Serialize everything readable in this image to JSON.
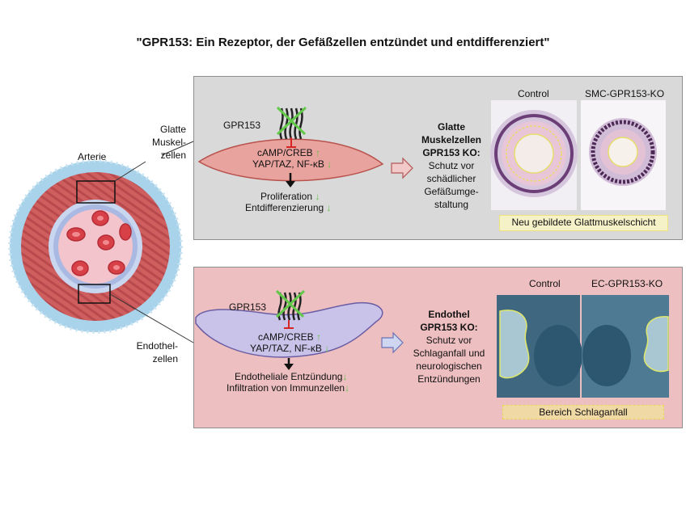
{
  "title": "\"GPR153: Ein Rezeptor, der Gefäßzellen entzündet und entdifferenziert\"",
  "artery": {
    "label": "Arterie",
    "smc_label": [
      "Glatte",
      "Muskel-",
      "zellen"
    ],
    "endo_label": [
      "Endothel-",
      "zellen"
    ]
  },
  "smc_panel": {
    "receptor": "GPR153",
    "signal_1": "cAMP/CREB",
    "signal_2": "YAP/TAZ, NF-κB",
    "outcome_1": "Proliferation",
    "outcome_2": "Entdifferenzierung",
    "ko_title": [
      "Glatte",
      "Muskelzellen",
      "GPR153 KO:"
    ],
    "ko_text": [
      "Schutz vor",
      "schädlicher",
      "Gefäßumge-",
      "staltung"
    ],
    "img_label_left": "Control",
    "img_label_right": "SMC-GPR153-KO",
    "legend": "Neu gebildete Glattmuskelschicht"
  },
  "ec_panel": {
    "receptor": "GPR153",
    "signal_1": "cAMP/CREB",
    "signal_2": "YAP/TAZ, NF-κB",
    "outcome_1": "Endotheliale Entzündung",
    "outcome_2": "Infiltration von Immunzellen",
    "ko_title": [
      "Endothel",
      "GPR153 KO:"
    ],
    "ko_text": [
      "Schutz vor",
      "Schlaganfall und",
      "neurologischen",
      "Entzündungen"
    ],
    "img_label_left": "Control",
    "img_label_right": "EC-GPR153-KO",
    "legend": "Bereich Schlaganfall"
  },
  "colors": {
    "smc_panel": "#d9d9d9",
    "ec_panel": "#eebfc1",
    "down_arrow": "#5fc24a",
    "smc_cell": "#e9a39e",
    "ec_cell": "#c9c3ea",
    "legend_outline": "#e5d85a"
  }
}
